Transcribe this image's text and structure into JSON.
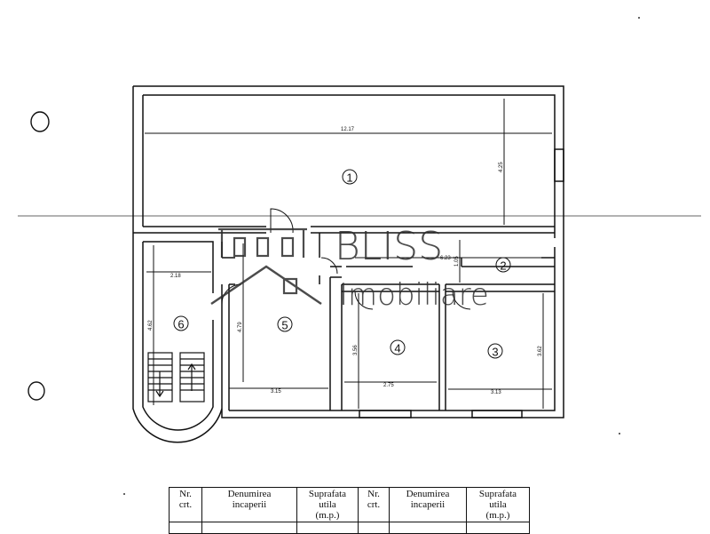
{
  "watermark": {
    "brand": "BLISS",
    "sub": "Imobiliare"
  },
  "rooms": [
    {
      "id": "1",
      "label": "1"
    },
    {
      "id": "2",
      "label": "2"
    },
    {
      "id": "3",
      "label": "3"
    },
    {
      "id": "4",
      "label": "4"
    },
    {
      "id": "5",
      "label": "5"
    },
    {
      "id": "6",
      "label": "6"
    }
  ],
  "dimensions": {
    "room1_width": "12.17",
    "room1_depth": "4.25",
    "hall_width": "6.23",
    "hall_depth": "1.05",
    "room3_width": "3.13",
    "room3_depth": "3.62",
    "room4_width": "2.75",
    "room4_depth": "3.56",
    "room5_width": "3.15",
    "room5_depth": "4.79",
    "room6_width": "2.18",
    "room6_depth": "4.62"
  },
  "legend_table": {
    "headers": [
      "Nr.\ncrt.",
      "Denumirea\nincaperii",
      "Suprafata\nutila\n(m.p.)",
      "Nr.\ncrt.",
      "Denumirea\nincaperii",
      "Suprafata\nutila\n(m.p.)"
    ]
  },
  "colors": {
    "line": "#111111",
    "watermark": "#2d2d2d"
  }
}
